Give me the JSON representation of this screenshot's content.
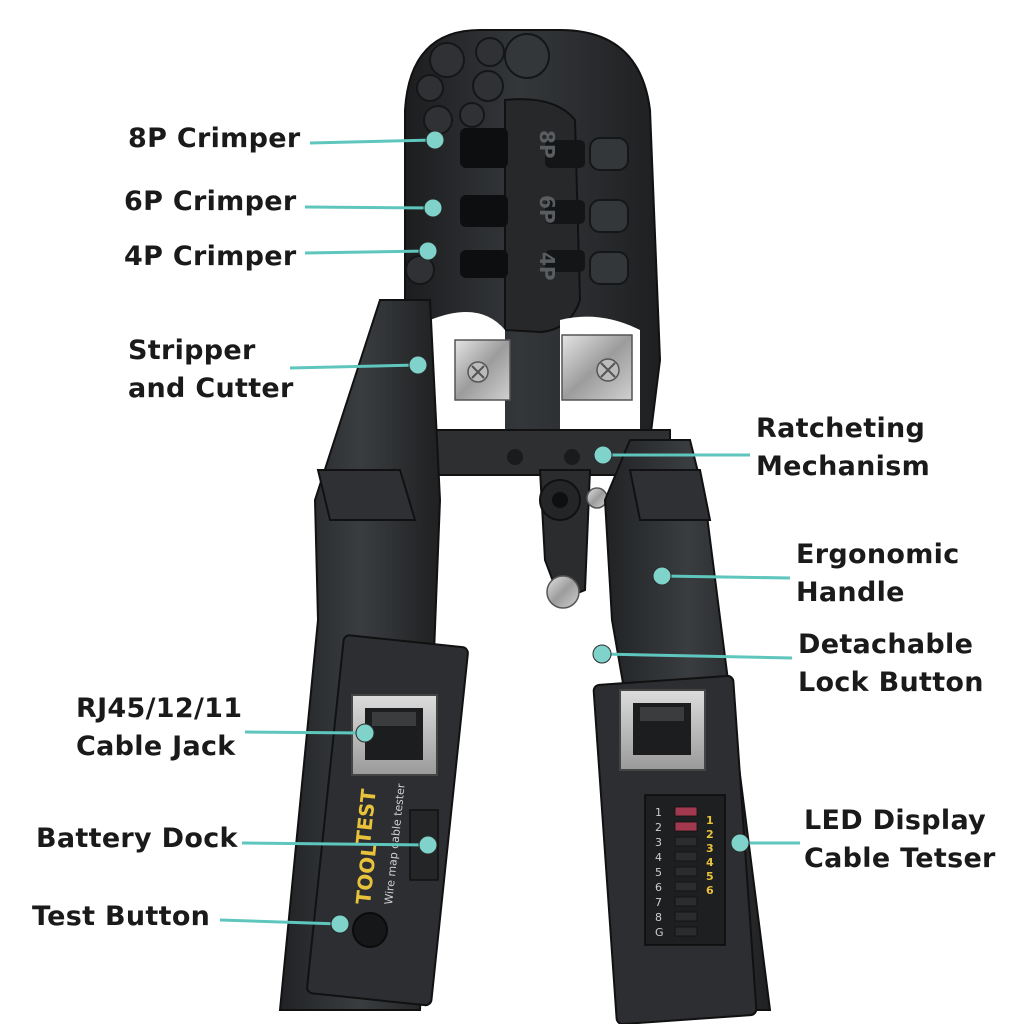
{
  "colors": {
    "background": "#ffffff",
    "tool_body": "#2b2d2f",
    "tool_shadow": "#1a1b1c",
    "tool_highlight": "#44474a",
    "leader": "#5fc6bd",
    "dot": "#7fd3cb",
    "label_text": "#1a1a1a",
    "tester_yellow": "#e7c23a",
    "led_red": "#a3394e",
    "led_green": "#3c8a63"
  },
  "tool": {
    "die_labels": [
      "8P",
      "6P",
      "4P"
    ],
    "brand_line1": "TOOL",
    "brand_line2": "TEST",
    "brand_subtitle": "Wire map cable tester",
    "led_numbers_left": [
      "1",
      "2",
      "3",
      "4",
      "5",
      "6",
      "7",
      "8",
      "G"
    ],
    "led_numbers_right": [
      "1",
      "2",
      "3",
      "4",
      "5",
      "6"
    ]
  },
  "callouts": {
    "crimper_8p": {
      "line1": "8P Crimper"
    },
    "crimper_6p": {
      "line1": "6P Crimper"
    },
    "crimper_4p": {
      "line1": "4P Crimper"
    },
    "stripper": {
      "line1": "Stripper",
      "line2": "and Cutter"
    },
    "ratchet": {
      "line1": "Ratcheting",
      "line2": "Mechanism"
    },
    "handle": {
      "line1": "Ergonomic",
      "line2": "Handle"
    },
    "lock": {
      "line1": "Detachable",
      "line2": "Lock Button"
    },
    "jack": {
      "line1": "RJ45/12/11",
      "line2": "Cable Jack"
    },
    "battery": {
      "line1": "Battery Dock"
    },
    "test": {
      "line1": "Test Button"
    },
    "led": {
      "line1": "LED Display",
      "line2": "Cable Tetser"
    }
  }
}
